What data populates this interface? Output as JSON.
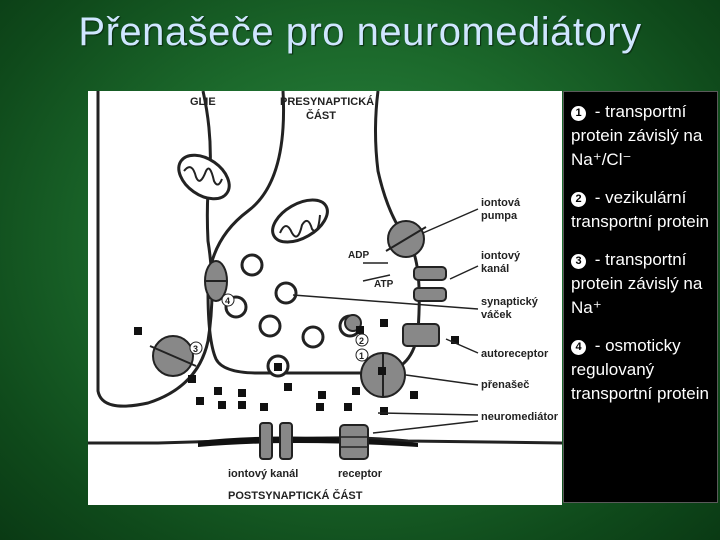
{
  "title": "Přenašeče pro neuromediátory",
  "diagram": {
    "labels": {
      "glie": "GLIE",
      "presynapticka_1": "PRESYNAPTICKÁ",
      "presynapticka_2": "ČÁST",
      "iontova_pumpa_1": "iontová",
      "iontova_pumpa_2": "pumpa",
      "adp": "ADP",
      "atp": "ATP",
      "iontovy_kanal_1": "iontový",
      "iontovy_kanal_2": "kanál",
      "synapticky_vacek_1": "synaptický",
      "synapticky_vacek_2": "váček",
      "autoreceptor": "autoreceptor",
      "prenasec": "přenašeč",
      "neuromediator": "neuromediátor",
      "iontovy_kanal_post": "iontový kanál",
      "receptor": "receptor",
      "postsynapticka": "POSTSYNAPTICKÁ  ČÁST",
      "num_1": "1",
      "num_2": "2",
      "num_3": "3",
      "num_4": "4"
    }
  },
  "legend": [
    {
      "num": "1",
      "text": " - transportní protein závislý na Na⁺/Cl⁻"
    },
    {
      "num": "2",
      "text": " - vezikulární transportní protein"
    },
    {
      "num": "3",
      "text": " - transportní protein závislý na Na⁺"
    },
    {
      "num": "4",
      "text": " - osmoticky regulovaný transportní protein"
    }
  ],
  "colors": {
    "background": "#1c6a2c",
    "title": "#cfe6ff",
    "legend_bg": "#000000"
  }
}
